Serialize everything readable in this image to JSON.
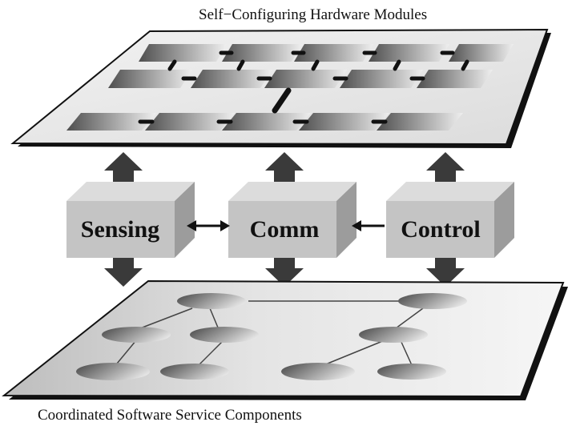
{
  "diagram": {
    "top_caption": "Self−Configuring Hardware Modules",
    "bottom_caption": "Coordinated Software Service Components",
    "boxes": [
      {
        "id": "sensing",
        "label": "Sensing"
      },
      {
        "id": "comm",
        "label": "Comm"
      },
      {
        "id": "control",
        "label": "Control"
      }
    ],
    "colors": {
      "plane_fill": "#e6e6e6",
      "plane_stroke": "#111111",
      "box_front": "#c4c4c4",
      "box_top": "#dcdcdc",
      "box_side": "#9c9c9c",
      "arrow": "#3a3a3a",
      "module_dark": "#5a5a5a",
      "module_light": "#e8e8e8"
    }
  }
}
